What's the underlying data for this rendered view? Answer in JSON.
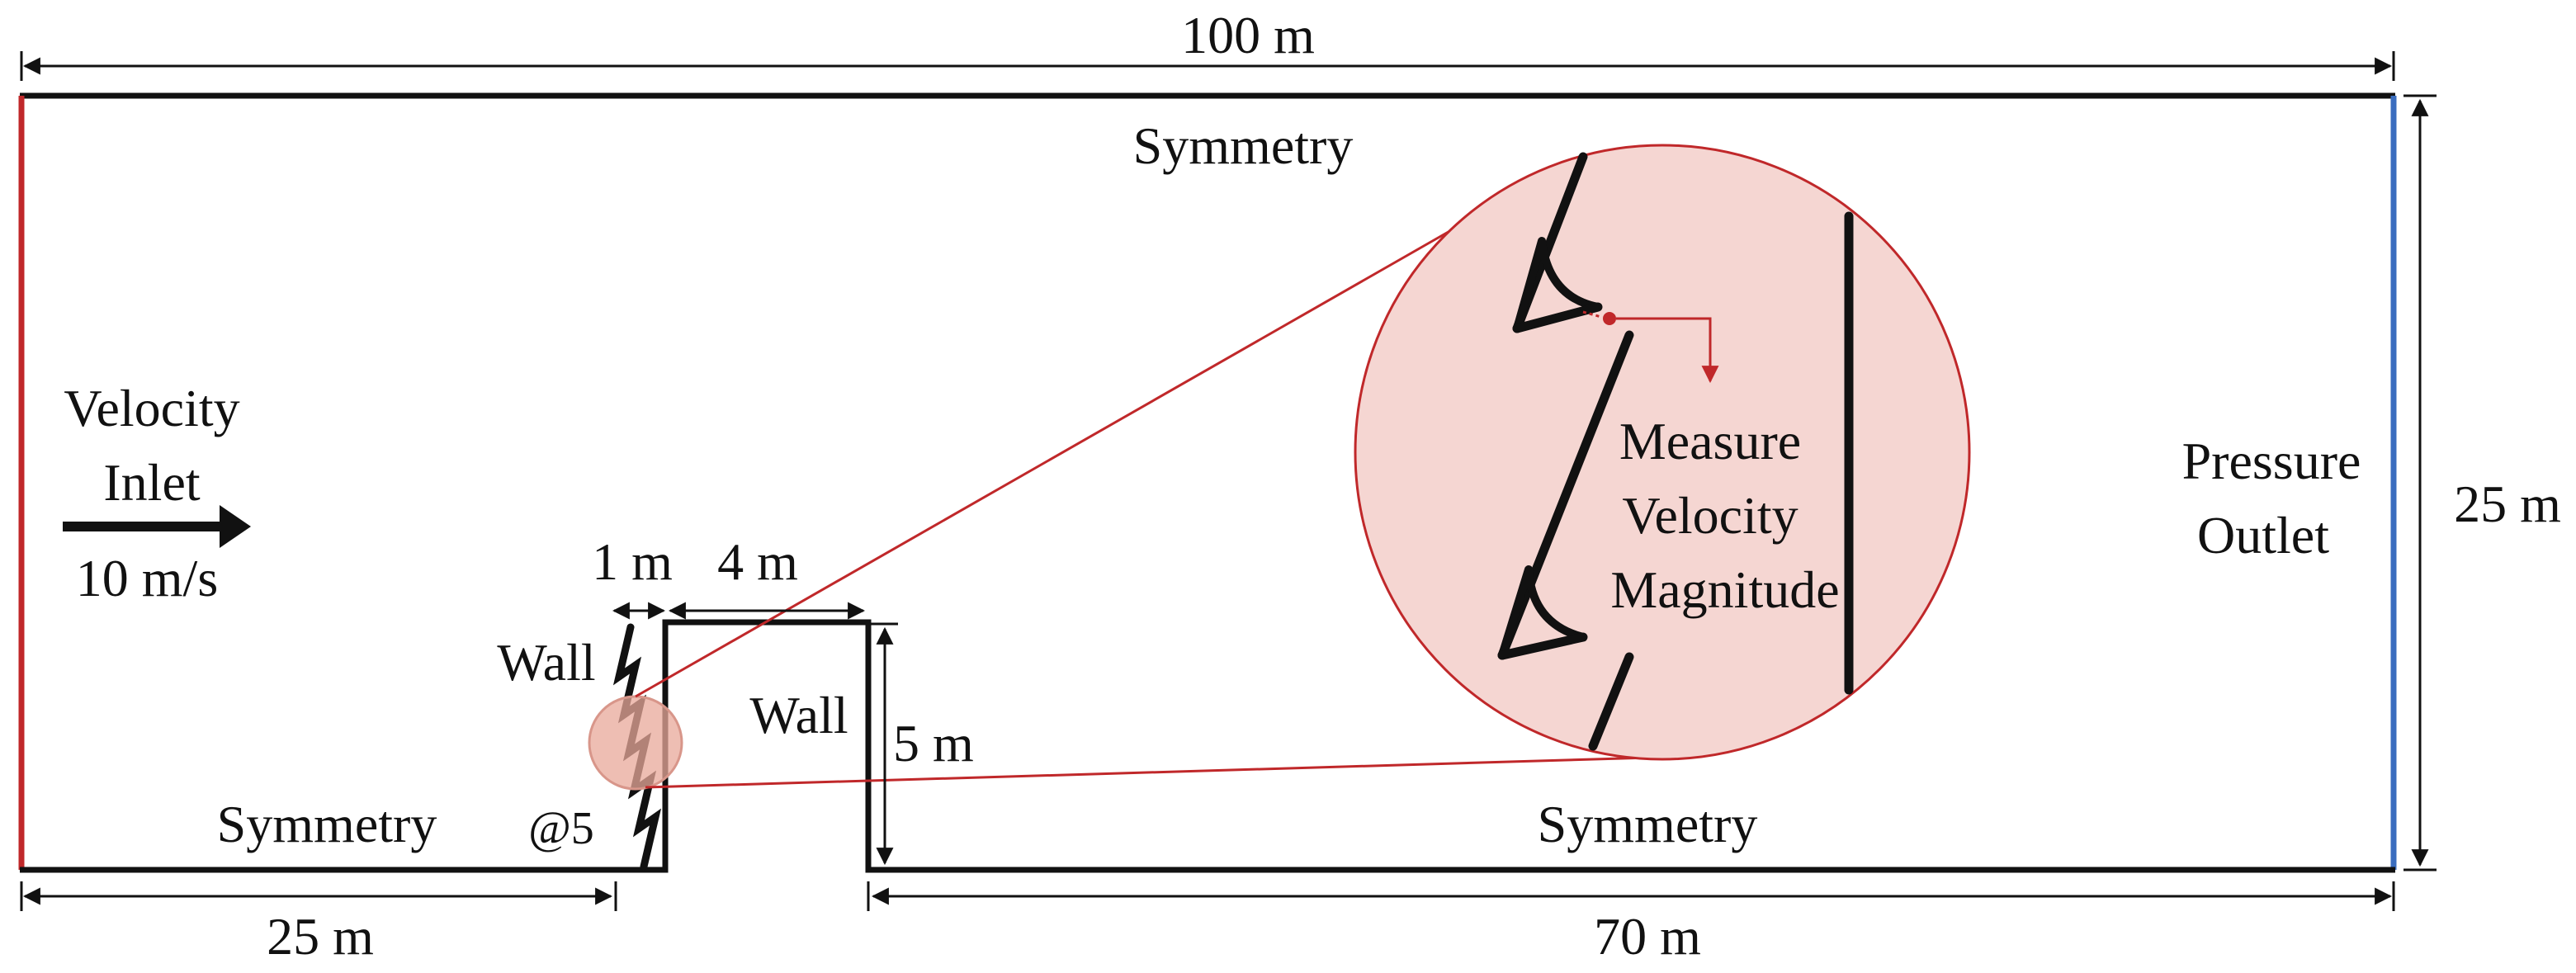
{
  "labels": {
    "top_dimension": "100 m",
    "height_dimension": "25 m",
    "left_dimension": "25 m",
    "right_dimension": "70 m",
    "barrier_gap": "1 m",
    "block_width": "4 m",
    "block_height": "5 m",
    "inlet_line1": "Velocity",
    "inlet_line2": "Inlet",
    "inlet_speed": "10 m/s",
    "outlet_line1": "Pressure",
    "outlet_line2": "Outlet",
    "symmetry_top": "Symmetry",
    "symmetry_bottom_left": "Symmetry",
    "symmetry_bottom_right": "Symmetry",
    "wall_left": "Wall",
    "wall_block": "Wall",
    "spacing": "@5",
    "measure_line1": "Measure",
    "measure_line2": "Velocity",
    "measure_line3": "Magnitude"
  },
  "colors": {
    "inlet": "#c0282a",
    "outlet": "#3a6dbf",
    "zoom_fill": "#f5d6d2",
    "zoom_stroke": "#c0282a",
    "outline": "#111111"
  }
}
